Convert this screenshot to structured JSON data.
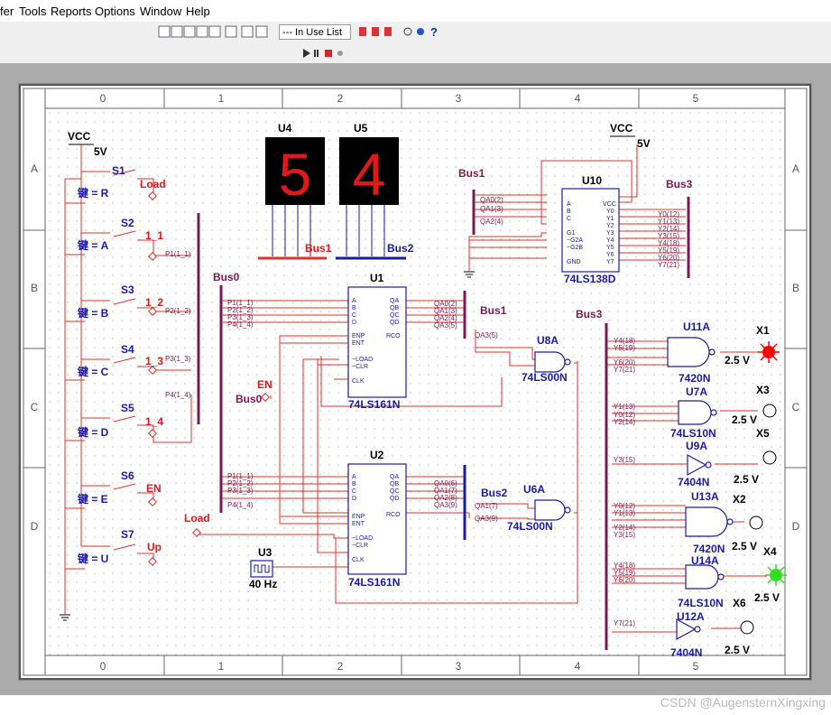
{
  "menu": {
    "items": [
      "fer",
      "Tools",
      "Reports",
      "Options",
      "Window",
      "Help"
    ]
  },
  "toolbar": {
    "in_use_list": "--- In Use List"
  },
  "border": {
    "cols": [
      "0",
      "1",
      "2",
      "3",
      "4",
      "5"
    ],
    "rows": [
      "A",
      "B",
      "C",
      "D"
    ]
  },
  "labels": {
    "vcc": "VCC",
    "v5": "5V",
    "gnd": "",
    "s1": "S1",
    "s2": "S2",
    "s3": "S3",
    "s4": "S4",
    "s5": "S5",
    "s6": "S6",
    "s7": "S7",
    "key_r": "键 = R",
    "key_a": "键 = A",
    "key_b": "键 = B",
    "key_c": "键 = C",
    "key_d": "键 = D",
    "key_e": "键 = E",
    "key_u": "键 = U",
    "load": "Load",
    "n1_1": "1_1",
    "n1_2": "1_2",
    "n1_3": "1_3",
    "n1_4": "1_4",
    "en": "EN",
    "up": "Up",
    "p1": "P1(1_1)",
    "p2": "P2(1_2)",
    "p3": "P3(1_3)",
    "p4": "P4(1_4)",
    "bus0": "Bus0",
    "bus1": "Bus1",
    "bus2": "Bus2",
    "bus3": "Bus3",
    "u1": "U1",
    "u2": "U2",
    "u3": "U3",
    "u4": "U4",
    "u5": "U5",
    "u10": "U10",
    "ic161": "74LS161N",
    "ic138": "74LS138D",
    "freq": "40 Hz",
    "u6a": "U6A",
    "u8a": "U8A",
    "ls00": "74LS00N",
    "u11a": "U11A",
    "u13a": "U13A",
    "ic7420": "7420N",
    "u7a": "U7A",
    "u14a": "U14A",
    "ic7410": "74LS10N",
    "u9a": "U9A",
    "u12a": "U12A",
    "ic7404": "7404N",
    "x1": "X1",
    "x2": "X2",
    "x3": "X3",
    "x4": "X4",
    "x5": "X5",
    "x6": "X6",
    "v25": "2.5 V",
    "bus0_label": "Bus0",
    "pin_a": "A",
    "pin_b": "B",
    "pin_c": "C",
    "pin_d": "D",
    "pin_enp": "ENP",
    "pin_ent": "ENT",
    "pin_load": "~LOAD",
    "pin_clr": "~CLR",
    "pin_clk": "CLK",
    "pin_qa": "QA",
    "pin_qb": "QB",
    "pin_qc": "QC",
    "pin_qd": "QD",
    "pin_rco": "RCO",
    "pin_g1": "G1",
    "pin_g2a": "~G2A",
    "pin_g2b": "~G2B",
    "pin_gnd": "GND",
    "pin_vcc": "VCC",
    "y0": "Y0",
    "y1": "Y1",
    "y2": "Y2",
    "y3": "Y3",
    "y4": "Y4",
    "y5": "Y5",
    "y6": "Y6",
    "y7": "Y7",
    "qa0_2": "QA0(2)",
    "qa1_3": "QA1(3)",
    "qa2_4": "QA2(4)",
    "qa3_5": "QA3(5)",
    "qa0_6": "QA0(6)",
    "qa1_7": "QA1(7)",
    "qa2_8": "QA2(8)",
    "qa3_9": "QA3(9)",
    "y0_12": "Y0(12)",
    "y1_13": "Y1(13)",
    "y2_14": "Y2(14)",
    "y3_15": "Y3(15)",
    "y4_18": "Y4(18)",
    "y5_19": "Y5(19)",
    "y6_20": "Y6(20)",
    "y7_21": "Y7(21)"
  },
  "displays": {
    "u4_digit": "5",
    "u5_digit": "4"
  },
  "colors": {
    "wire": "#e0302a",
    "bus": "#7a1a55",
    "blue": "#1a1aa8",
    "probe_red": "#ff0000",
    "probe_green": "#33dd22"
  },
  "watermark": "CSDN @AugensternXingxing"
}
